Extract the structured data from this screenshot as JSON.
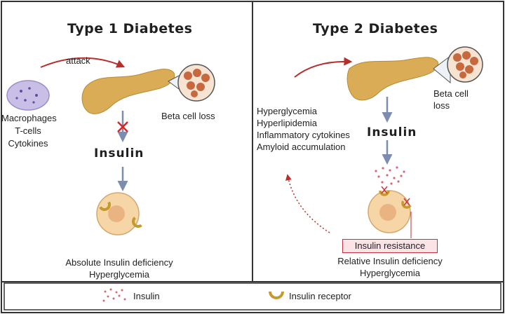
{
  "type1": {
    "title": "Type 1 Diabetes",
    "attack_label": "attack",
    "immune_lines": [
      "Macrophages",
      "T-cells",
      "Cytokines"
    ],
    "beta_cell_label": "Beta cell loss",
    "insulin_label": "Insulin",
    "outcome_lines": [
      "Absolute Insulin deficiency",
      "Hyperglycemia"
    ]
  },
  "type2": {
    "title": "Type 2 Diabetes",
    "beta_cell_lines": [
      "Beta cell",
      "loss"
    ],
    "factors": [
      "Hyperglycemia",
      "Hyperlipidemia",
      "Inflammatory cytokines",
      "Amyloid accumulation"
    ],
    "insulin_label": "Insulin",
    "resistance_label": "Insulin resistance",
    "outcome_lines": [
      "Relative Insulin deficiency",
      "Hyperglycemia"
    ]
  },
  "legend": {
    "insulin_label": "Insulin",
    "receptor_label": "Insulin receptor"
  },
  "colors": {
    "pancreas": "#d9ac55",
    "beta_cell": "#c8683f",
    "cell_body": "#f6d6a6",
    "cell_nucleus": "#e9b382",
    "receptor": "#c59a2c",
    "arrow_gray": "#7d8db0",
    "arrow_red": "#b5302d",
    "immune_cell": "#c9bfe6",
    "insulin_dot": "#d66b74",
    "resistance_box": "#fbe3e6"
  }
}
